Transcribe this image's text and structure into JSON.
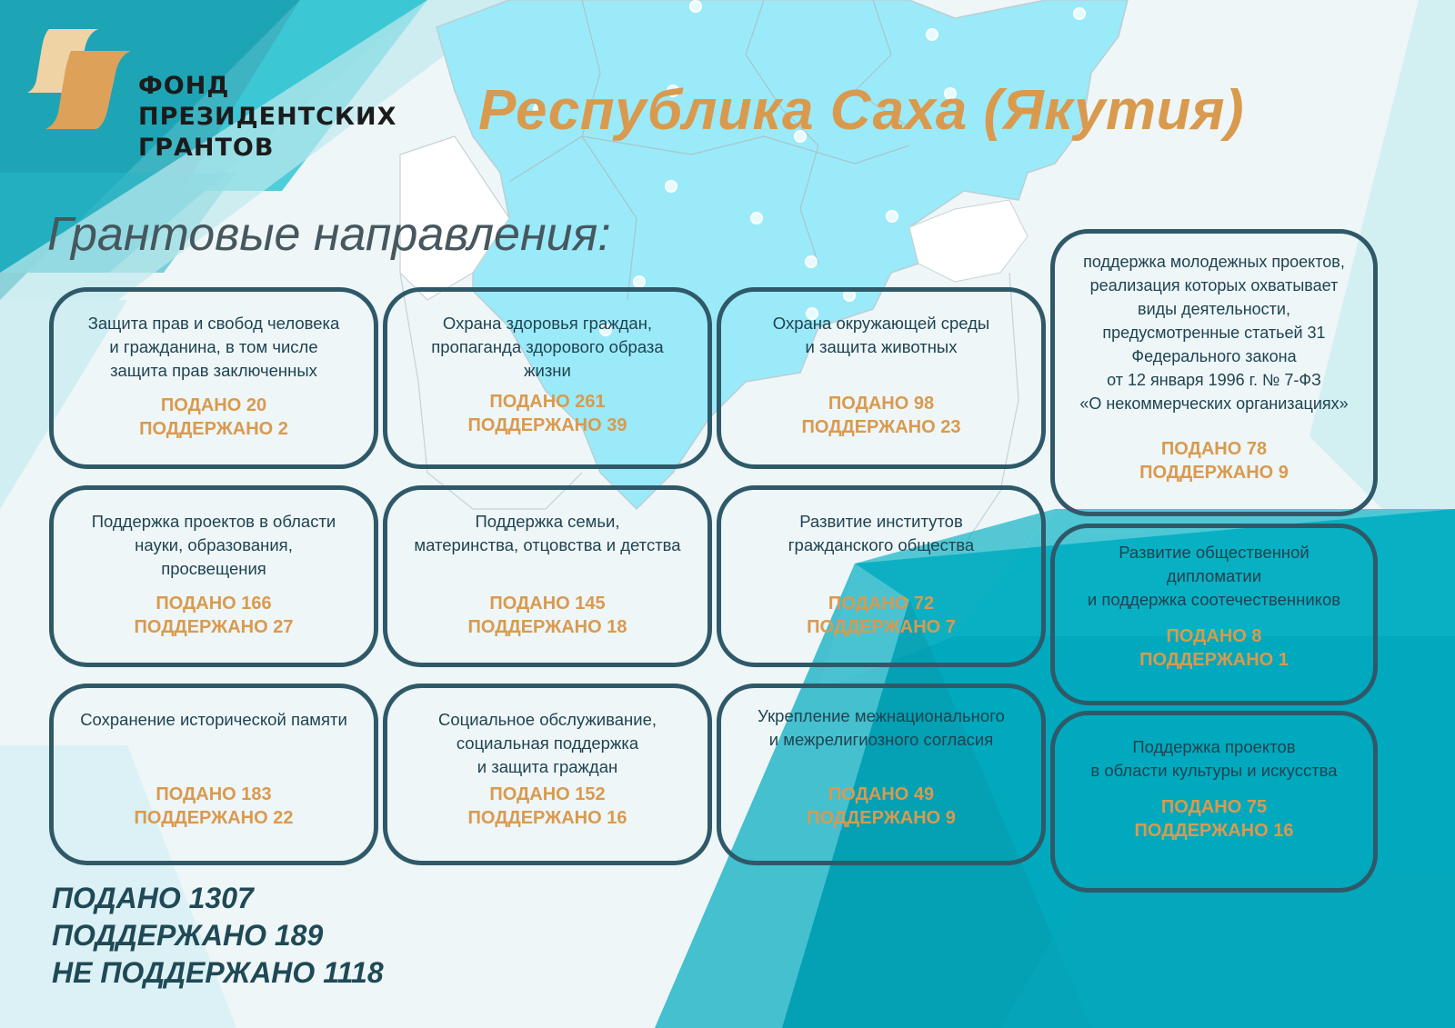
{
  "logo": {
    "icon": "fund-logo-mark",
    "lines": [
      "ФОНД",
      "ПРЕЗИДЕНТСКИХ",
      "ГРАНТОВ"
    ]
  },
  "region_title": "Республика Саха (Якутия)",
  "section_title": "Грантовые направления:",
  "colors": {
    "accent_gold": "#d99a4e",
    "card_border": "#2f5968",
    "text_dark": "#1f4350",
    "teal": "#00a9bd",
    "map_blue": "#9beaf9"
  },
  "cards": [
    {
      "title": "Защита прав и свобод человека\nи гражданина, в том числе\nзащита прав заключенных",
      "submitted": "ПОДАНО 20",
      "supported": "ПОДДЕРЖАНО 2"
    },
    {
      "title": "Охрана здоровья граждан,\nпропаганда здорового образа\nжизни",
      "submitted": "ПОДАНО 261",
      "supported": "ПОДДЕРЖАНО 39"
    },
    {
      "title": "Охрана окружающей среды\nи защита животных",
      "submitted": "ПОДАНО 98",
      "supported": "ПОДДЕРЖАНО 23"
    },
    {
      "title": "поддержка молодежных проектов,\nреализация которых охватывает\nвиды деятельности,\nпредусмотренные статьей 31\nФедерального закона\nот 12 января 1996 г. № 7-ФЗ\n«О некоммерческих организациях»",
      "submitted": "ПОДАНО 78",
      "supported": "ПОДДЕРЖАНО 9"
    },
    {
      "title": "Поддержка проектов в области\nнауки, образования,\nпросвещения",
      "submitted": "ПОДАНО 166",
      "supported": "ПОДДЕРЖАНО 27"
    },
    {
      "title": "Поддержка семьи,\nматеринства, отцовства и детства",
      "submitted": "ПОДАНО 145",
      "supported": "ПОДДЕРЖАНО 18"
    },
    {
      "title": "Развитие институтов\nгражданского общества",
      "submitted": "ПОДАНО 72",
      "supported": "ПОДДЕРЖАНО 7"
    },
    {
      "title": "Развитие общественной\nдипломатии\nи поддержка соотечественников",
      "submitted": "ПОДАНО 8",
      "supported": "ПОДДЕРЖАНО 1"
    },
    {
      "title": "Сохранение исторической памяти",
      "submitted": "ПОДАНО 183",
      "supported": "ПОДДЕРЖАНО 22"
    },
    {
      "title": "Социальное обслуживание,\nсоциальная поддержка\nи защита граждан",
      "submitted": "ПОДАНО 152",
      "supported": "ПОДДЕРЖАНО 16"
    },
    {
      "title": "Укрепление межнационального\nи межрелигиозного согласия",
      "submitted": "ПОДАНО 49",
      "supported": "ПОДДЕРЖАНО 9"
    },
    {
      "title": "Поддержка проектов\nв области культуры и искусства",
      "submitted": "ПОДАНО 75",
      "supported": "ПОДДЕРЖАНО 16"
    }
  ],
  "totals": {
    "submitted": "ПОДАНО 1307",
    "supported": "ПОДДЕРЖАНО 189",
    "not_supported": "НЕ ПОДДЕРЖАНО 1118"
  }
}
